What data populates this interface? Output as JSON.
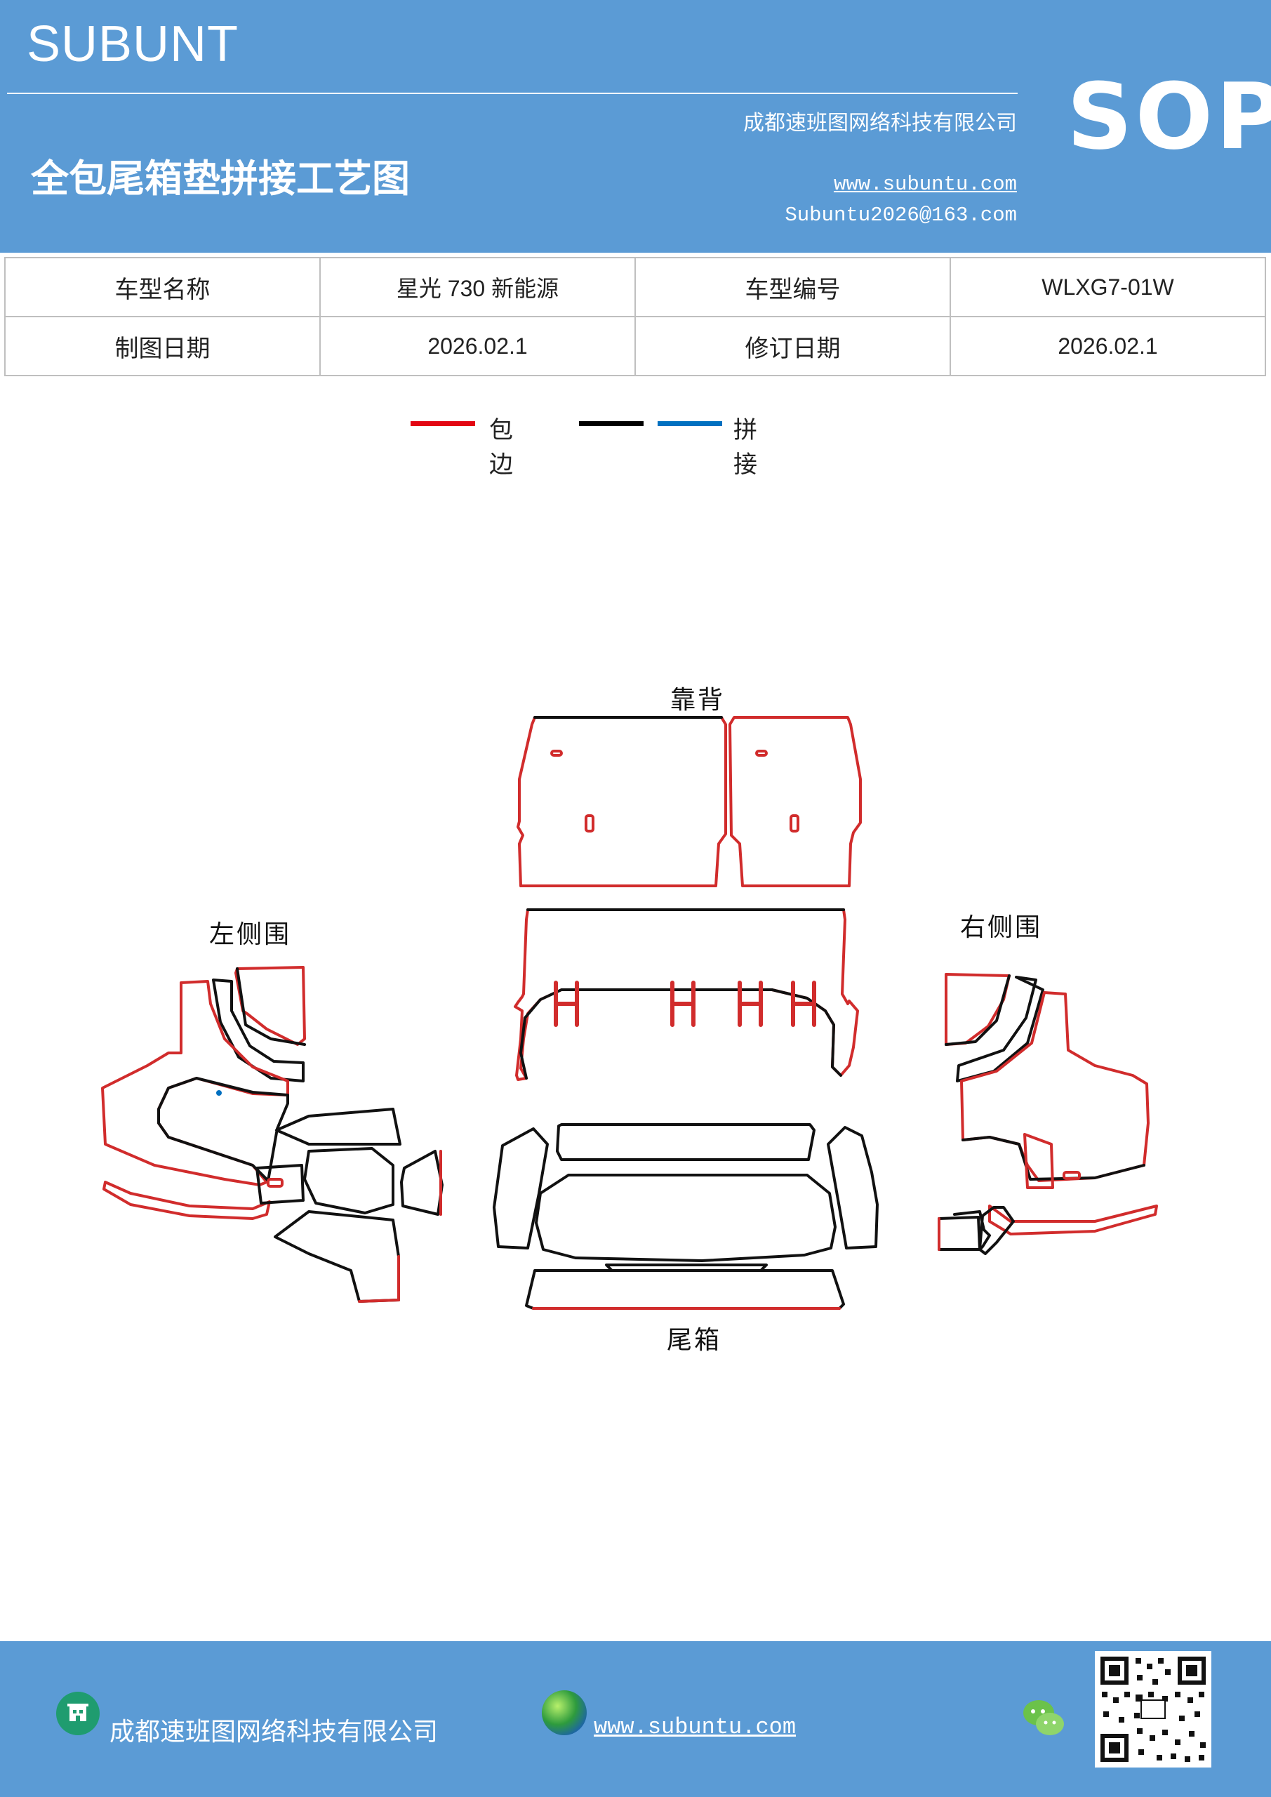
{
  "header": {
    "brand": "SUBUNT",
    "title": "全包尾箱垫拼接工艺图",
    "company": "成都速班图网络科技有限公司",
    "website": "www.subuntu.com",
    "email": "Subuntu2026@163.com",
    "badge": "SOP",
    "bg_color": "#5b9bd5"
  },
  "info_table": {
    "rows": [
      [
        "车型名称",
        "星光 730 新能源",
        "车型编号",
        "WLXG7-01W"
      ],
      [
        "制图日期",
        "2026.02.1",
        "修订日期",
        "2026.02.1"
      ]
    ]
  },
  "legend": {
    "items": [
      {
        "label": "包边",
        "color": "#e30613"
      },
      {
        "label": "",
        "color": "#000000"
      },
      {
        "label": "拼接",
        "color": "#0070c0"
      }
    ]
  },
  "diagram": {
    "labels": {
      "backrest": "靠背",
      "left": "左侧围",
      "right": "右侧围",
      "trunk": "尾箱"
    },
    "edge_color": "#d12c2c",
    "seam_color": "#111111"
  },
  "footer": {
    "company": "成都速班图网络科技有限公司",
    "website": "www.subuntu.com",
    "icons": [
      "building-icon",
      "globe-icon",
      "wechat-icon",
      "qr-code"
    ]
  }
}
